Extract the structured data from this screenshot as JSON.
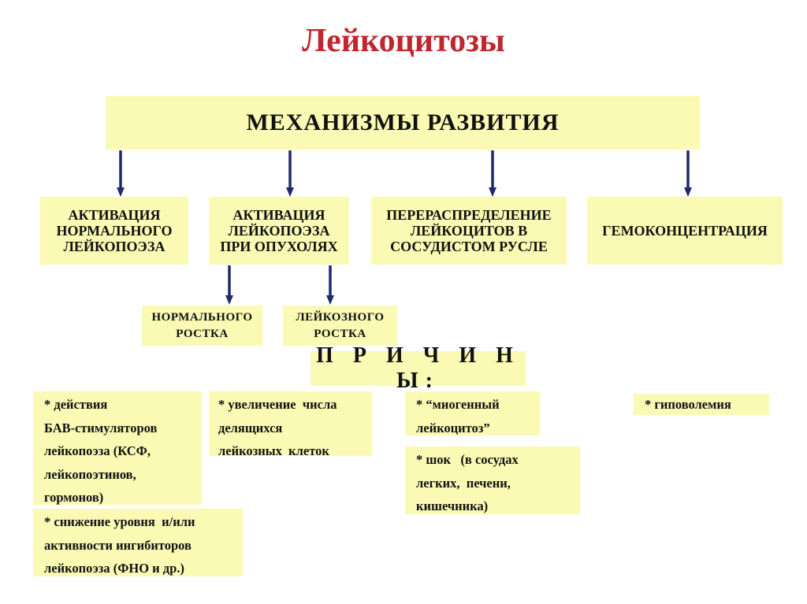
{
  "title": "Лейкоцитозы",
  "header": "МЕХАНИЗМЫ  РАЗВИТИЯ",
  "mechanisms": [
    {
      "lines": [
        "АКТИВАЦИЯ",
        "НОРМАЛЬНОГО",
        "ЛЕЙКОПОЭЗА"
      ]
    },
    {
      "lines": [
        "АКТИВАЦИЯ",
        "ЛЕЙКОПОЭЗА",
        "ПРИ ОПУХОЛЯХ"
      ]
    },
    {
      "lines": [
        "ПЕРЕРАСПРЕДЕЛЕНИЕ",
        "ЛЕЙКОЦИТОВ В",
        "СОСУДИСТОМ РУСЛЕ"
      ]
    },
    {
      "lines": [
        "ГЕМОКОНЦЕНТРАЦИЯ"
      ]
    }
  ],
  "sub_mechanisms": [
    {
      "lines": [
        "НОРМАЛЬНОГО",
        "РОСТКА"
      ]
    },
    {
      "lines": [
        "ЛЕЙКОЗНОГО",
        "РОСТКА"
      ]
    }
  ],
  "causes_title": "П Р И Ч И Н Ы:",
  "causes": [
    {
      "lines": [
        "* действия",
        "БАВ-стимуляторов",
        "лейкопоэза (КСФ,",
        "лейкопоэтинов,",
        "гормонов)"
      ]
    },
    {
      "lines": [
        "* снижение уровня  и/или",
        "активности ингибиторов",
        "лейкопоэза (ФНО и др.)"
      ]
    },
    {
      "lines": [
        "* увеличение  числа",
        "делящихся",
        "лейкозных  клеток"
      ]
    },
    {
      "lines": [
        "* “миогенный",
        "лейкоцитоз”"
      ]
    },
    {
      "lines": [
        "* шок   (в сосудах",
        "легких,  печени,",
        "кишечника)"
      ]
    },
    {
      "lines": [
        "* гиповолемия"
      ]
    }
  ],
  "colors": {
    "title": "#c0262d",
    "box_fill": "#fafab4",
    "arrow": "#1f2a6b",
    "text": "#111111"
  }
}
